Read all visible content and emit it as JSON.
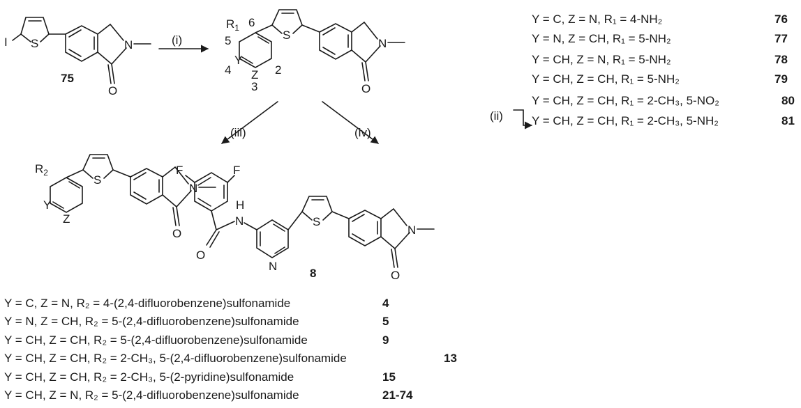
{
  "atoms": {
    "I": "I",
    "S": "S",
    "N": "N",
    "O": "O",
    "F": "F",
    "H": "H",
    "Y": "Y",
    "Z": "Z",
    "R1": "R",
    "R1_sub": "1",
    "R2": "R",
    "R2_sub": "2"
  },
  "positions": {
    "p2": "2",
    "p3": "3",
    "p4": "4",
    "p5": "5",
    "p6": "6"
  },
  "compounds": {
    "c75": "75",
    "c8": "8"
  },
  "reagents": {
    "r1": "(i)",
    "r2": "(ii)",
    "r3": "(iii)",
    "r4": "(iv)"
  },
  "r1_table": [
    {
      "text": "Y = C, Z = N, R₁ = 4-NH₂",
      "id": "76"
    },
    {
      "text": "Y = N, Z = CH, R₁ = 5-NH₂",
      "id": "77"
    },
    {
      "text": "Y = CH, Z = N, R₁ = 5-NH₂",
      "id": "78"
    },
    {
      "text": "Y = CH, Z = CH, R₁ = 5-NH₂",
      "id": "79"
    },
    {
      "text": "Y = CH, Z = CH, R₁ = 2-CH₃, 5-NO₂",
      "id": "80"
    },
    {
      "text": "Y = CH, Z = CH, R₁ = 2-CH₃, 5-NH₂",
      "id": "81"
    }
  ],
  "r2_table": [
    {
      "text": "Y = C, Z = N, R₂ = 4-(2,4-difluorobenzene)sulfonamide",
      "id": "4"
    },
    {
      "text": "Y = N, Z = CH, R₂ = 5-(2,4-difluorobenzene)sulfonamide",
      "id": "5"
    },
    {
      "text": "Y = CH, Z = CH, R₂ = 5-(2,4-difluorobenzene)sulfonamide",
      "id": "9"
    },
    {
      "text": "Y = CH, Z = CH, R₂ = 2-CH₃, 5-(2,4-difluorobenzene)sulfonamide",
      "id": "13"
    },
    {
      "text": "Y = CH, Z = CH, R₂ = 2-CH₃, 5-(2-pyridine)sulfonamide",
      "id": "15"
    },
    {
      "text": "Y = CH, Z = N, R₂ = 5-(2,4-difluorobenzene)sulfonamide",
      "id": "21-74"
    }
  ]
}
